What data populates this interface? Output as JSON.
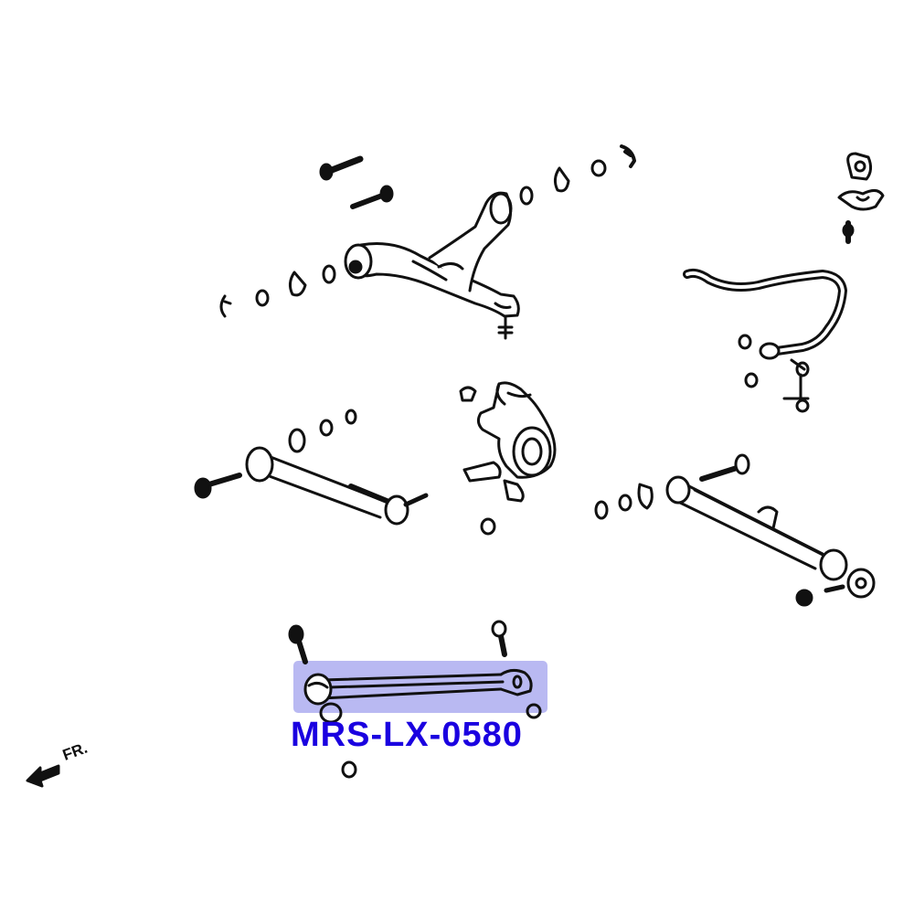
{
  "diagram": {
    "part_number": "MRS-LX-0580",
    "direction_label": "FR.",
    "colors": {
      "line": "#111111",
      "highlight": "#b9b9f2",
      "part_number_text": "#1a00e0"
    },
    "highlighted_part": "rear-lower-arm",
    "parts": [
      "upper-control-arm",
      "stabilizer-bar",
      "stabilizer-link",
      "stabilizer-bushing",
      "stabilizer-bracket",
      "lateral-link",
      "steering-knuckle",
      "trailing-lower-arm",
      "rear-lower-arm",
      "front-direction-arrow"
    ]
  }
}
